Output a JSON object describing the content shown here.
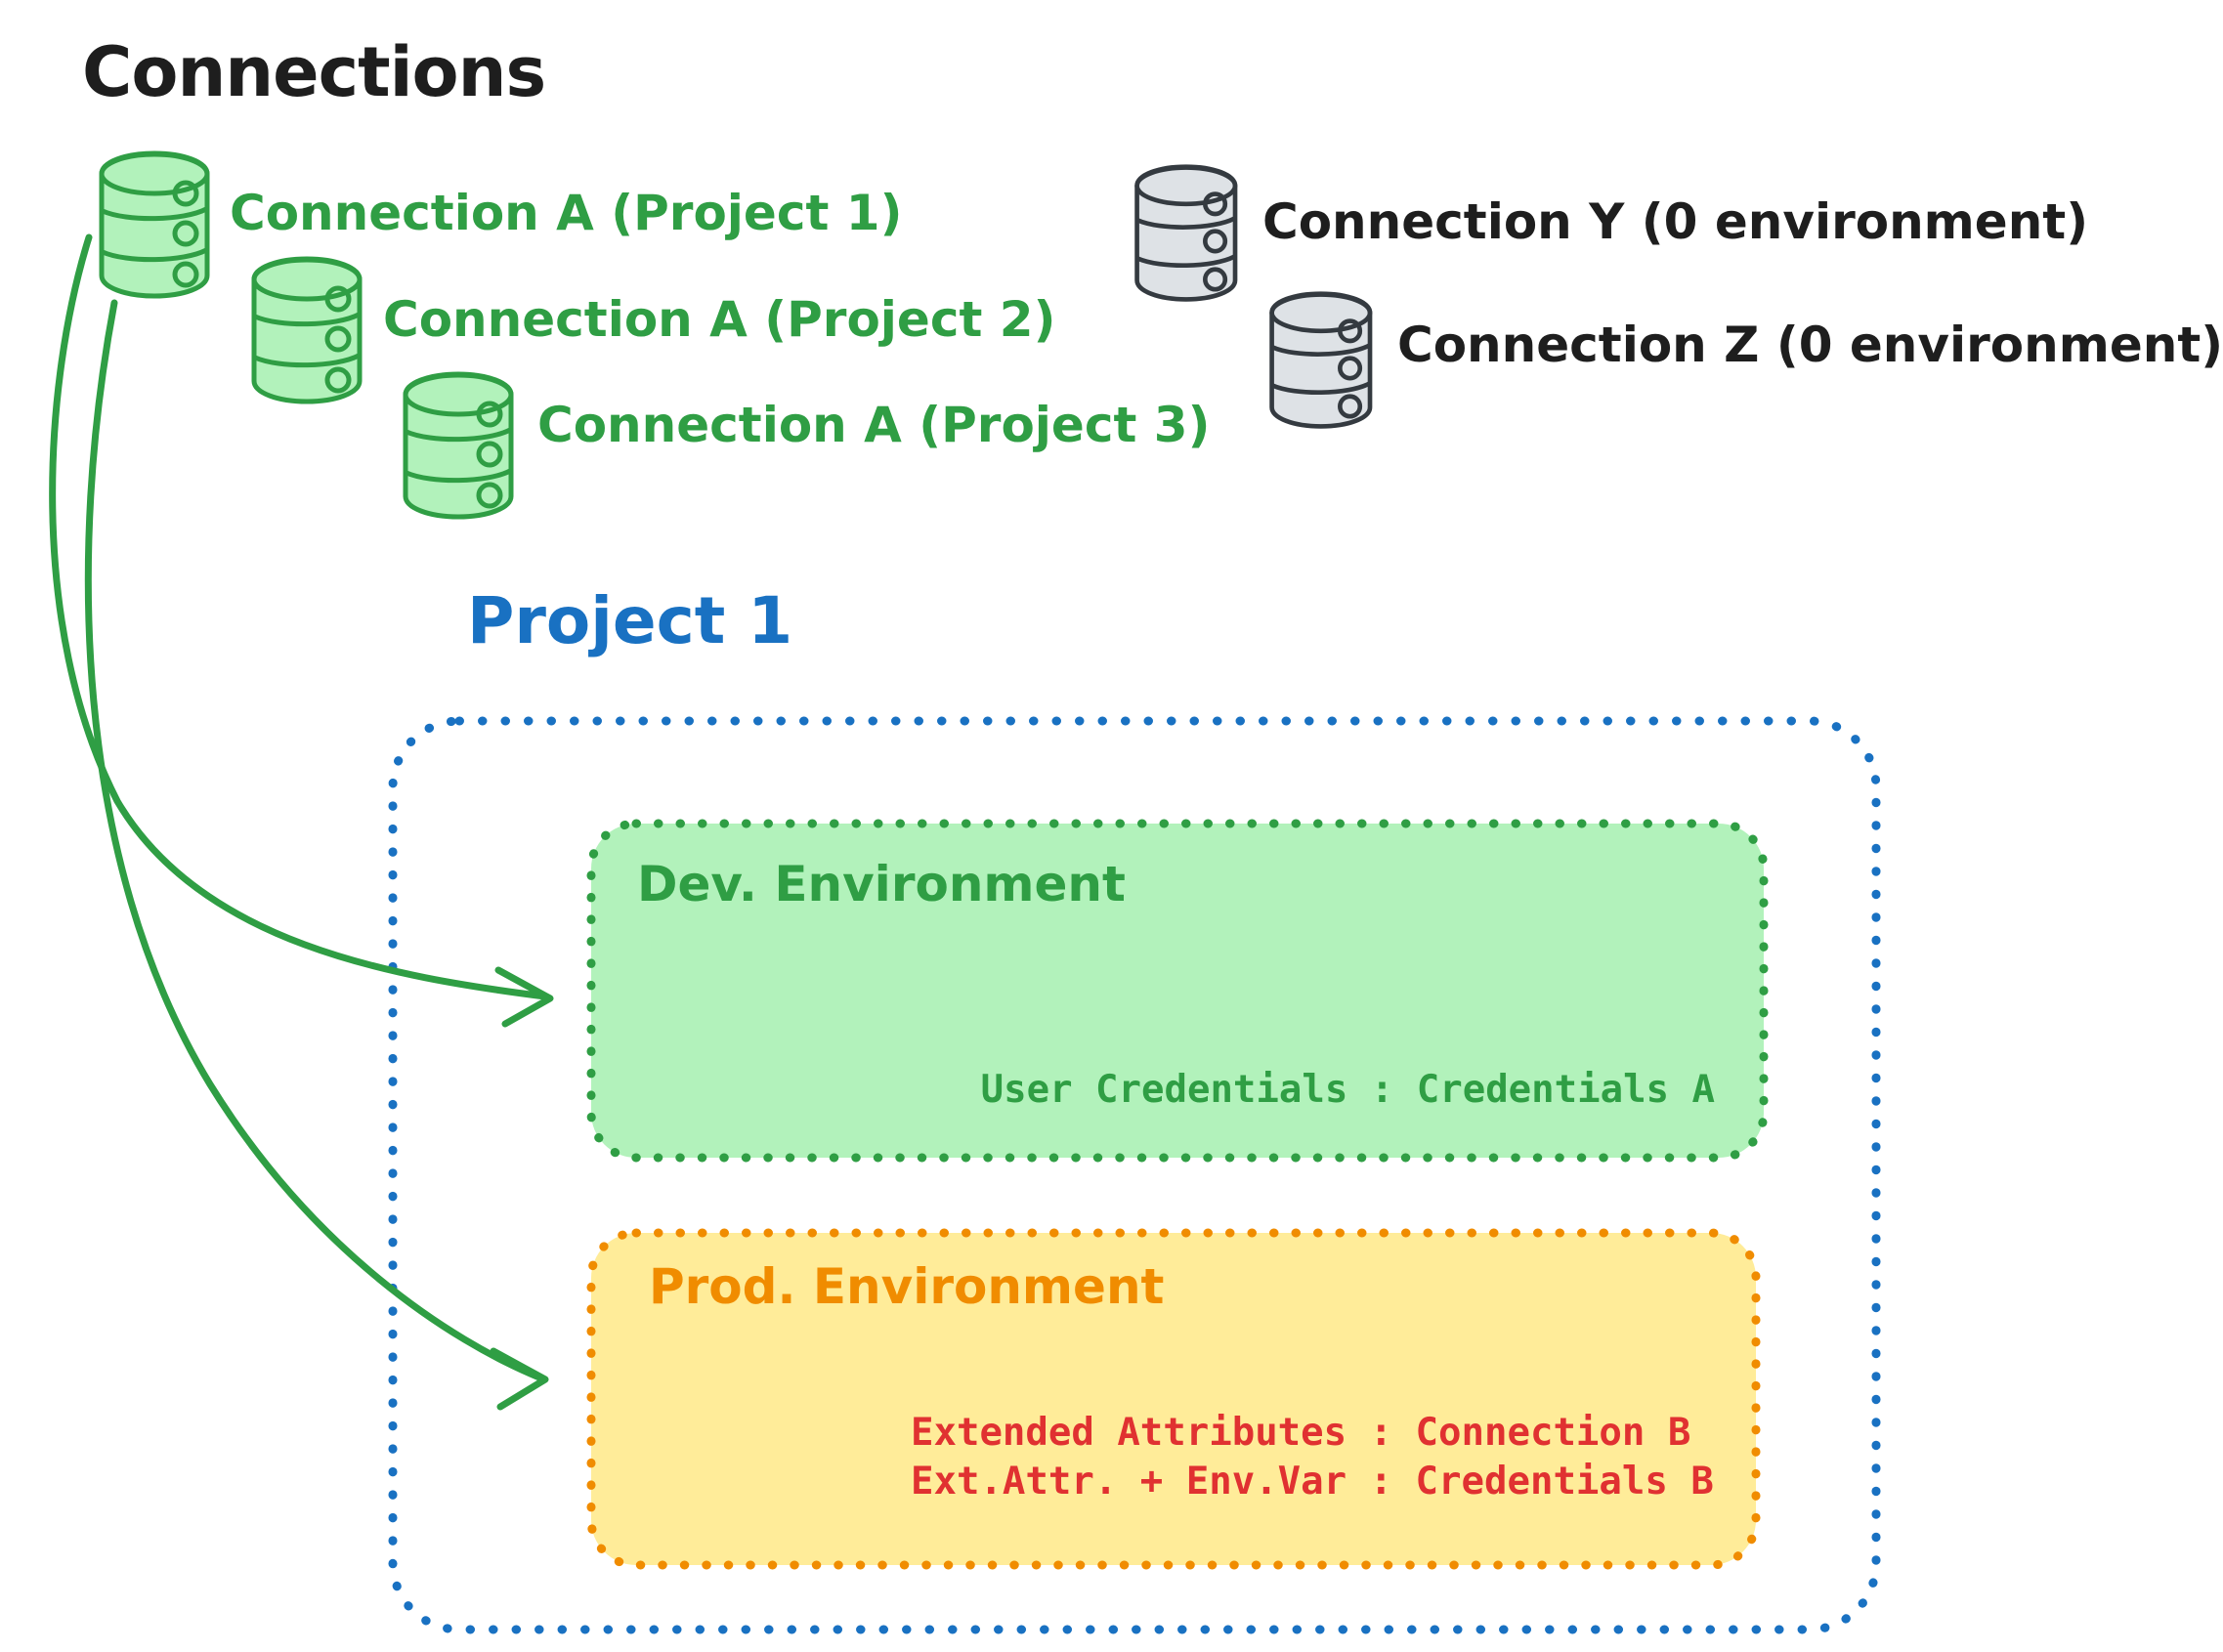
{
  "canvas": {
    "title": "Connections"
  },
  "colors": {
    "ink": "#1e1e1e",
    "green_stroke": "#2f9e44",
    "green_fill": "#b2f2bb",
    "blue_stroke": "#1971c2",
    "orange_stroke": "#f08c00",
    "yellow_fill": "#ffec99",
    "red_text": "#e03131",
    "gray_stroke": "#343a40",
    "gray_fill": "#dee2e6"
  },
  "green_connections": [
    {
      "icon": "database-icon",
      "label": "Connection A (Project 1)"
    },
    {
      "icon": "database-icon",
      "label": "Connection A (Project 2)"
    },
    {
      "icon": "database-icon",
      "label": "Connection A (Project 3)"
    }
  ],
  "gray_connections": [
    {
      "icon": "database-icon",
      "label": "Connection Y (0 environment)"
    },
    {
      "icon": "database-icon",
      "label": "Connection Z (0 environment)"
    }
  ],
  "project": {
    "title": "Project 1",
    "dev_env": {
      "title": "Dev. Environment",
      "credential_line": "User Credentials : Credentials A"
    },
    "prod_env": {
      "title": "Prod. Environment",
      "line1": "Extended Attributes : Connection B",
      "line2": "Ext.Attr. + Env.Var : Credentials B"
    }
  }
}
